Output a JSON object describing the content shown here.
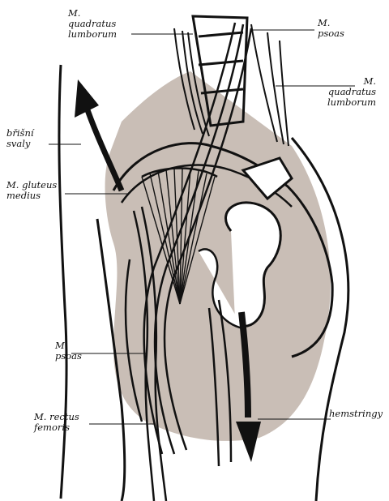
{
  "colors": {
    "background": "#ffffff",
    "shading": "#c9beb6",
    "ink": "#111111"
  },
  "labels": {
    "quadratus_left": {
      "line1": "M.",
      "line2": "quadratus",
      "line3": "lumborum"
    },
    "psoas_top": {
      "line1": "M.",
      "line2": "psoas"
    },
    "quadratus_right": {
      "line1": "M.",
      "line2": "quadratus",
      "line3": "lumborum"
    },
    "bricni": {
      "line1": "břišní",
      "line2": "svaly"
    },
    "gluteus": {
      "line1": "M. gluteus",
      "line2": "medius"
    },
    "psoas_bottom": {
      "line1": "M.",
      "line2": "psoas"
    },
    "rectus": {
      "line1": "M. rectus",
      "line2": "femoris"
    },
    "hemstringy": {
      "line1": "hemstringy"
    }
  },
  "icons": {
    "up_arrow": "arrow-up-icon",
    "down_arrow": "arrow-down-icon"
  }
}
